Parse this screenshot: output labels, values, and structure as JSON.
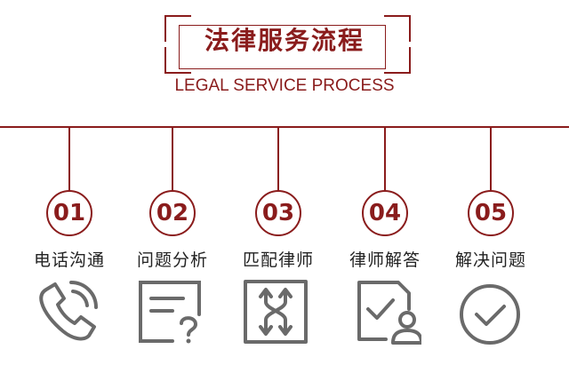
{
  "header": {
    "title_zh": "法律服务流程",
    "title_en": "LEGAL SERVICE PROCESS"
  },
  "steps": [
    {
      "number": "01",
      "label": "电话沟通",
      "icon": "phone-icon"
    },
    {
      "number": "02",
      "label": "问题分析",
      "icon": "question-document-icon"
    },
    {
      "number": "03",
      "label": "匹配律师",
      "icon": "match-arrows-icon"
    },
    {
      "number": "04",
      "label": "律师解答",
      "icon": "checked-document-user-icon"
    },
    {
      "number": "05",
      "label": "解决问题",
      "icon": "check-circle-icon"
    }
  ],
  "colors": {
    "accent": "#8a1c1c",
    "icon": "#6a6a6a",
    "text": "#222222"
  }
}
